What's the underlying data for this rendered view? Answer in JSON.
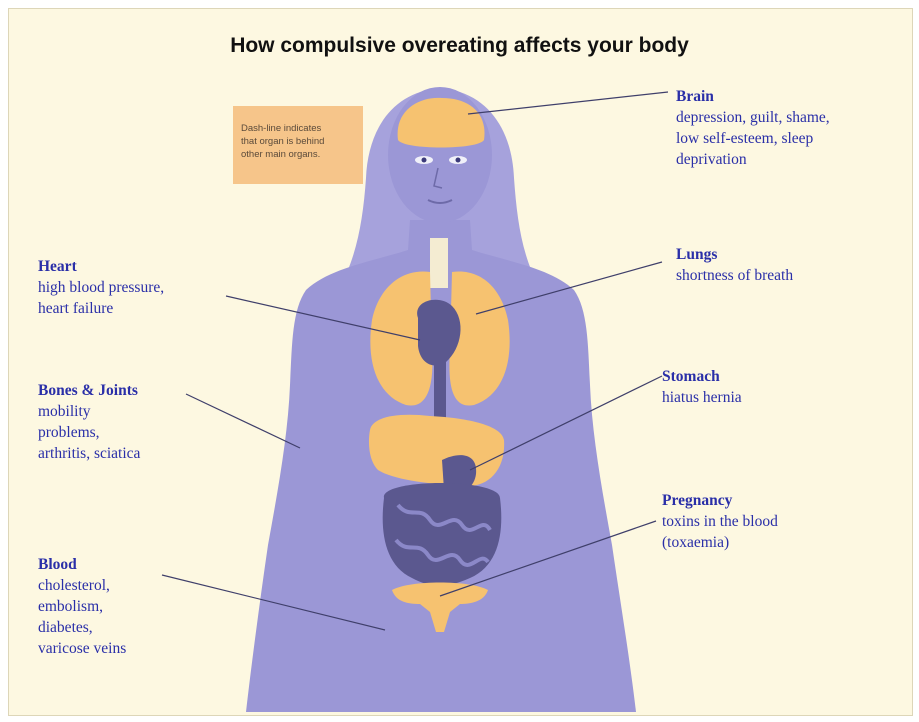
{
  "title": "How compulsive overeating affects your body",
  "note": "Dash-line indicates\nthat organ is behind\nother main organs.",
  "colors": {
    "background": "#fdf8e1",
    "body": "#9b97d6",
    "organ": "#f6c270",
    "organ_dark": "#5b588f",
    "text": "#2a2fa8",
    "note": "#f6c58a"
  },
  "labels": {
    "brain": {
      "head": "Brain",
      "desc": "depression, guilt, shame,\nlow self-esteem, sleep\ndeprivation"
    },
    "lungs": {
      "head": "Lungs",
      "desc": "shortness of breath"
    },
    "stomach": {
      "head": "Stomach",
      "desc": "hiatus hernia"
    },
    "pregnancy": {
      "head": "Pregnancy",
      "desc": "toxins in the blood\n(toxaemia)"
    },
    "heart": {
      "head": "Heart",
      "desc": "high blood pressure,\nheart failure"
    },
    "bones": {
      "head": "Bones & Joints",
      "desc": "mobility\nproblems,\narthritis, sciatica"
    },
    "blood": {
      "head": "Blood",
      "desc": "cholesterol,\nembolism,\ndiabetes,\nvaricose veins"
    }
  }
}
